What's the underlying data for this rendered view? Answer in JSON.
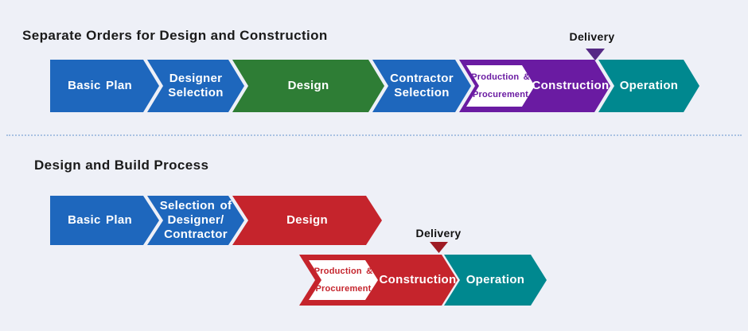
{
  "diagram": {
    "background_color": "#eef0f7",
    "divider_color": "#a9c2e2",
    "colors": {
      "blue": "#1e67bd",
      "green": "#2e7d35",
      "purple": "#6a1ba2",
      "teal": "#00888f",
      "red": "#c5242c",
      "delivery_marker_purple": "#562a85",
      "delivery_marker_red": "#9e1b24",
      "title_text": "#1a1a1a",
      "step_text": "#ffffff"
    },
    "row1": {
      "title": "Separate Orders for Design and Construction",
      "delivery_label": "Delivery",
      "steps": {
        "0": {
          "lines": {
            "0": "Basic Plan"
          },
          "color": "blue"
        },
        "1": {
          "lines": {
            "0": "Designer",
            "1": "Selection"
          },
          "color": "blue"
        },
        "2": {
          "lines": {
            "0": "Design"
          },
          "color": "green"
        },
        "3": {
          "lines": {
            "0": "Contractor",
            "1": "Selection"
          },
          "color": "blue"
        },
        "4": {
          "lines": {
            "0": "Production &",
            "1": "Procurement"
          },
          "color": "white-on-purple"
        },
        "5": {
          "lines": {
            "0": "Construction"
          },
          "color": "purple"
        },
        "6": {
          "lines": {
            "0": "Operation"
          },
          "color": "teal"
        }
      }
    },
    "row2": {
      "title": "Design and Build Process",
      "delivery_label": "Delivery",
      "steps": {
        "0": {
          "lines": {
            "0": "Basic Plan"
          },
          "color": "blue"
        },
        "1": {
          "lines": {
            "0": "Selection of",
            "1": "Designer/",
            "2": "Contractor"
          },
          "color": "blue"
        },
        "2": {
          "lines": {
            "0": "Design"
          },
          "color": "red"
        },
        "3": {
          "lines": {
            "0": "Production &",
            "1": "Procurement"
          },
          "color": "white-on-red"
        },
        "4": {
          "lines": {
            "0": "Construction"
          },
          "color": "red"
        },
        "5": {
          "lines": {
            "0": "Operation"
          },
          "color": "teal"
        }
      }
    }
  }
}
